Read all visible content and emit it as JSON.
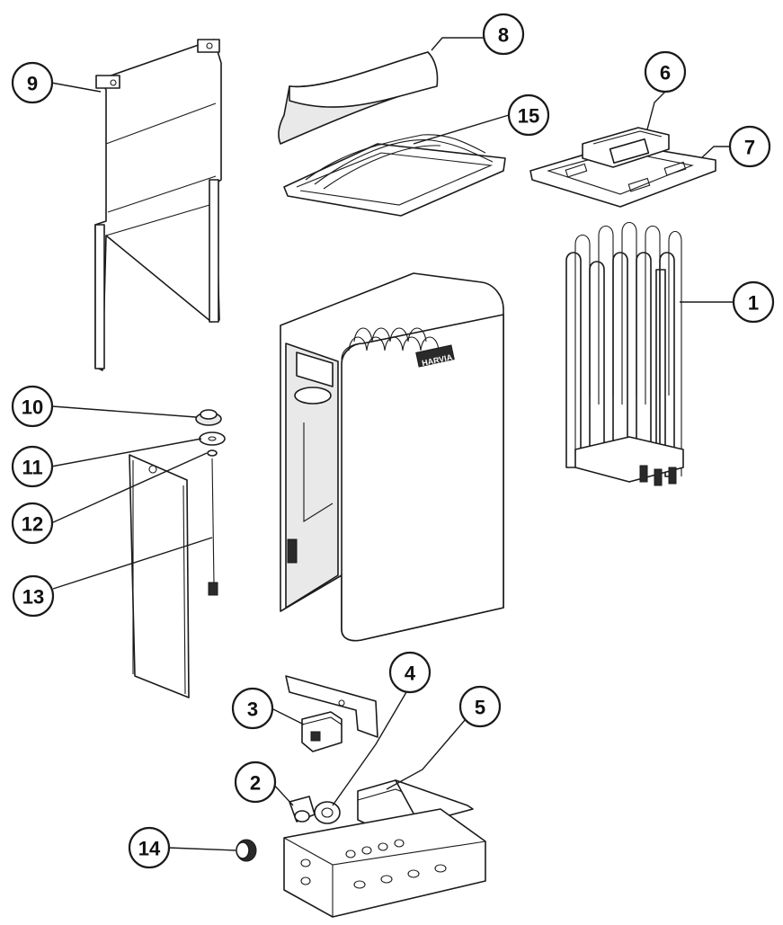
{
  "callouts": {
    "c1": "1",
    "c2": "2",
    "c3": "3",
    "c4": "4",
    "c5": "5",
    "c6": "6",
    "c7": "7",
    "c8": "8",
    "c9": "9",
    "c10": "10",
    "c11": "11",
    "c12": "12",
    "c13": "13",
    "c14": "14",
    "c15": "15"
  },
  "brand_label": "HARVIA",
  "colors": {
    "line": "#1a1a1a",
    "fill": "#ffffff",
    "shade": "#e9e9e9"
  }
}
